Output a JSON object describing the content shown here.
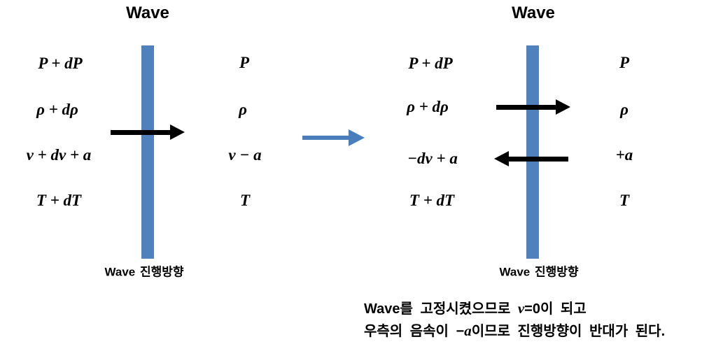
{
  "figure": {
    "left_diagram": {
      "title": "Wave",
      "left_labels": [
        "P + dP",
        "ρ + dρ",
        "v + dv + a",
        "T + dT"
      ],
      "right_labels": [
        "P",
        "ρ",
        "v − a",
        "T"
      ],
      "caption": "Wave 진행방향"
    },
    "right_diagram": {
      "title": "Wave",
      "left_labels": [
        "P + dP",
        "ρ + dρ",
        "−dv + a",
        "T + dT"
      ],
      "right_labels": [
        "P",
        "ρ",
        "+a",
        "T"
      ],
      "caption": "Wave 진행방향"
    },
    "note": {
      "line1_prefix": "Wave를 고정시켰으므로 ",
      "line1_var": "v",
      "line1_suffix": "=0이 되고",
      "line2_prefix": "우측의 음속이 −",
      "line2_var": "a",
      "line2_suffix": "이므로 진행방향이 반대가 된다."
    },
    "colors": {
      "wave_bar_blue": "#4f81bd",
      "transition_arrow_blue": "#4a7ebb",
      "flow_arrow_black": "#000000"
    }
  }
}
